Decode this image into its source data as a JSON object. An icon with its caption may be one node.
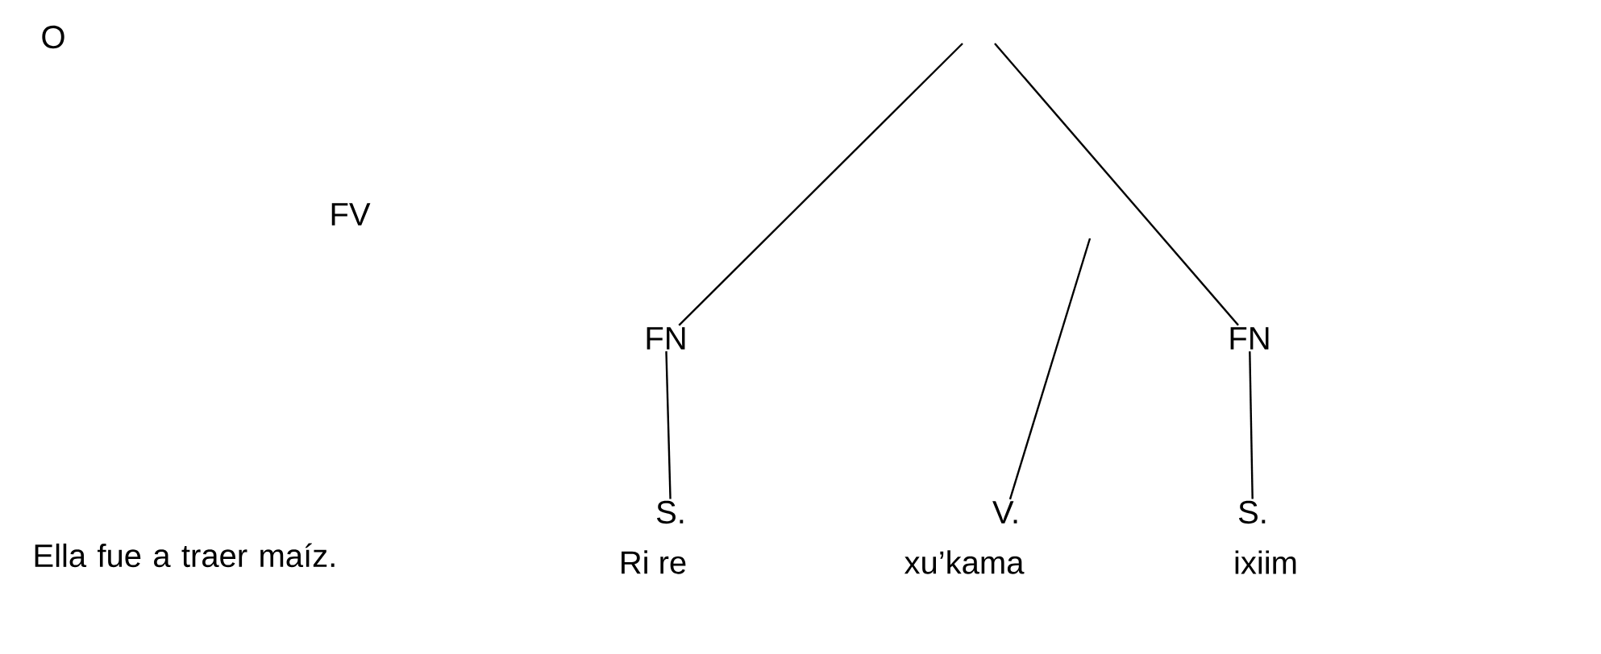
{
  "diagram": {
    "nodes": [
      {
        "text": [
          "FN"
        ]
      },
      {
        "text": [
          "FN"
        ]
      },
      {
        "text": [
          "S."
        ]
      },
      {
        "text": [
          "V."
        ]
      },
      {
        "text": [
          "S."
        ]
      }
    ],
    "edges": [
      {
        "from": null,
        "to": 0,
        "arrow": "none"
      },
      {
        "from": null,
        "to": 1,
        "arrow": "none"
      },
      {
        "from": null,
        "to": 3,
        "arrow": "none"
      },
      {
        "from": 0,
        "to": 2,
        "arrow": "none"
      },
      {
        "from": 1,
        "to": 4,
        "arrow": "none"
      }
    ],
    "labels": [
      "O",
      "FV",
      "Ri re",
      "xu’kama",
      "ixiim",
      "Ella fue a traer maíz."
    ]
  }
}
